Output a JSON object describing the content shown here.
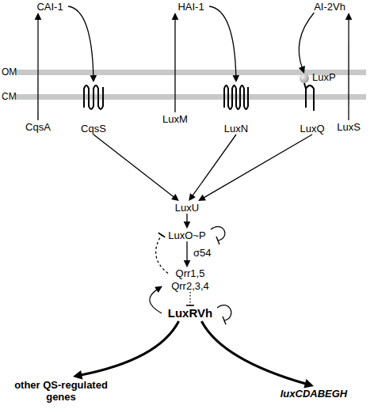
{
  "diagram": {
    "nodes": [
      {
        "text": [
          "CAI-1"
        ]
      },
      {
        "text": [
          "HAI-1"
        ]
      },
      {
        "text": [
          "AI-2Vh"
        ]
      },
      {
        "text": [
          "CqsS"
        ]
      },
      {
        "text": [
          "LuxN"
        ]
      },
      {
        "text": [
          "LuxP"
        ]
      },
      {
        "text": [
          "LuxQ"
        ]
      },
      {
        "text": [
          "CqsA"
        ]
      },
      {
        "text": [
          "LuxM"
        ]
      },
      {
        "text": [
          "LuxS"
        ]
      },
      {
        "text": [
          "LuxU"
        ]
      },
      {
        "text": [
          "LuxO~P"
        ]
      },
      {
        "text": [
          "Qrr1,5"
        ]
      },
      {
        "text": [
          "Qrr2,3,4"
        ]
      },
      {
        "text": [
          "LuxRVh"
        ]
      },
      {
        "text": [
          "other QS-regulated genes"
        ]
      },
      {
        "text": [
          "luxCDABEGH"
        ]
      }
    ],
    "edges": [
      {
        "from": 7,
        "to": 0,
        "arrow": "to"
      },
      {
        "from": 0,
        "to": 3,
        "arrow": "to"
      },
      {
        "from": 8,
        "to": 1,
        "arrow": "to"
      },
      {
        "from": 1,
        "to": 4,
        "arrow": "to"
      },
      {
        "from": 9,
        "to": 2,
        "arrow": "to"
      },
      {
        "from": 2,
        "to": 5,
        "arrow": "to"
      },
      {
        "from": 3,
        "to": 10,
        "arrow": "to"
      },
      {
        "from": 4,
        "to": 10,
        "arrow": "to"
      },
      {
        "from": 6,
        "to": 10,
        "arrow": "to"
      },
      {
        "from": 10,
        "to": 11,
        "arrow": "to"
      },
      {
        "from": 11,
        "to": 12,
        "label": "σ54",
        "arrow": "to"
      },
      {
        "from": 12,
        "to": 11,
        "arrow": "to"
      },
      {
        "from": 13,
        "to": 14,
        "arrow": "to"
      },
      {
        "from": 14,
        "to": 13,
        "arrow": "to"
      },
      {
        "from": 14,
        "to": 15,
        "arrow": "to"
      },
      {
        "from": 14,
        "to": 16,
        "arrow": "to"
      }
    ],
    "labels": [
      "OM",
      "CM"
    ]
  }
}
